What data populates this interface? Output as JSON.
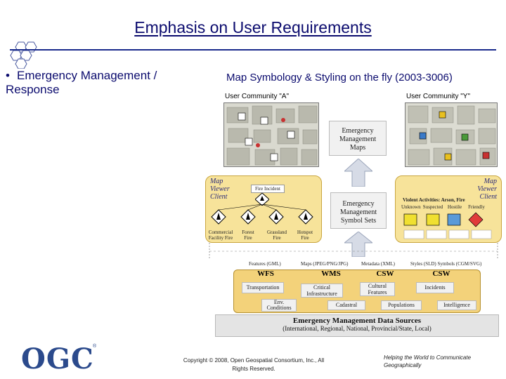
{
  "slide": {
    "title": "Emphasis on User Requirements",
    "bullet": "Emergency Management / Response",
    "subtitle": "Map Symbology & Styling on the fly (2003-3006)"
  },
  "diagram": {
    "community_a": "User Community \"A\"",
    "community_y": "User Community \"Y\"",
    "center_label": [
      "Emergency",
      "Management",
      "Maps"
    ],
    "symbol_sets": [
      "Emergency",
      "Management",
      "Symbol Sets"
    ],
    "left_client": [
      "Map",
      "Viewer",
      "Client"
    ],
    "right_client": [
      "Map",
      "Viewer",
      "Client"
    ],
    "fire_incident": "Fire Incident",
    "fire_types": [
      "Commercial Facility Fire",
      "Forest Fire",
      "Grassland Fire",
      "Hotspot Fire"
    ],
    "violent_header": "Violent Activities: Arson, Fire",
    "violent_cols": [
      "Unknown",
      "Suspected",
      "Hostile",
      "Friendly"
    ],
    "encodings": [
      "Features (GML)",
      "Maps (JPEG/PNG/JPG)",
      "Metadata (XML)",
      "Styles (SLD) Symbols (CGM/SVG)"
    ],
    "services": [
      "WFS",
      "WMS",
      "CSW",
      "CSW"
    ],
    "data_layers": [
      "Transportation",
      "Critical Infrastructure",
      "Cultural Features",
      "Incidents",
      "Env. Conditions",
      "Cadastral",
      "Populations",
      "Intelligence"
    ],
    "data_sources_title": "Emergency Management Data Sources",
    "data_sources_sub": "(International, Regional, National, Provincial/State, Local)"
  },
  "footer": {
    "logo": "OGC",
    "copyright_line1": "Copyright © 2008, Open Geospatial Consortium, Inc., All",
    "copyright_line2": "Rights Reserved.",
    "tagline_line1": "Helping the World to Communicate",
    "tagline_line2": "Geographically"
  },
  "colors": {
    "title": "#0b0b6e",
    "rule": "#1a2a8c",
    "panel": "#f7e39a",
    "services_band": "#f3d27a",
    "logo": "#2b4a8c"
  }
}
